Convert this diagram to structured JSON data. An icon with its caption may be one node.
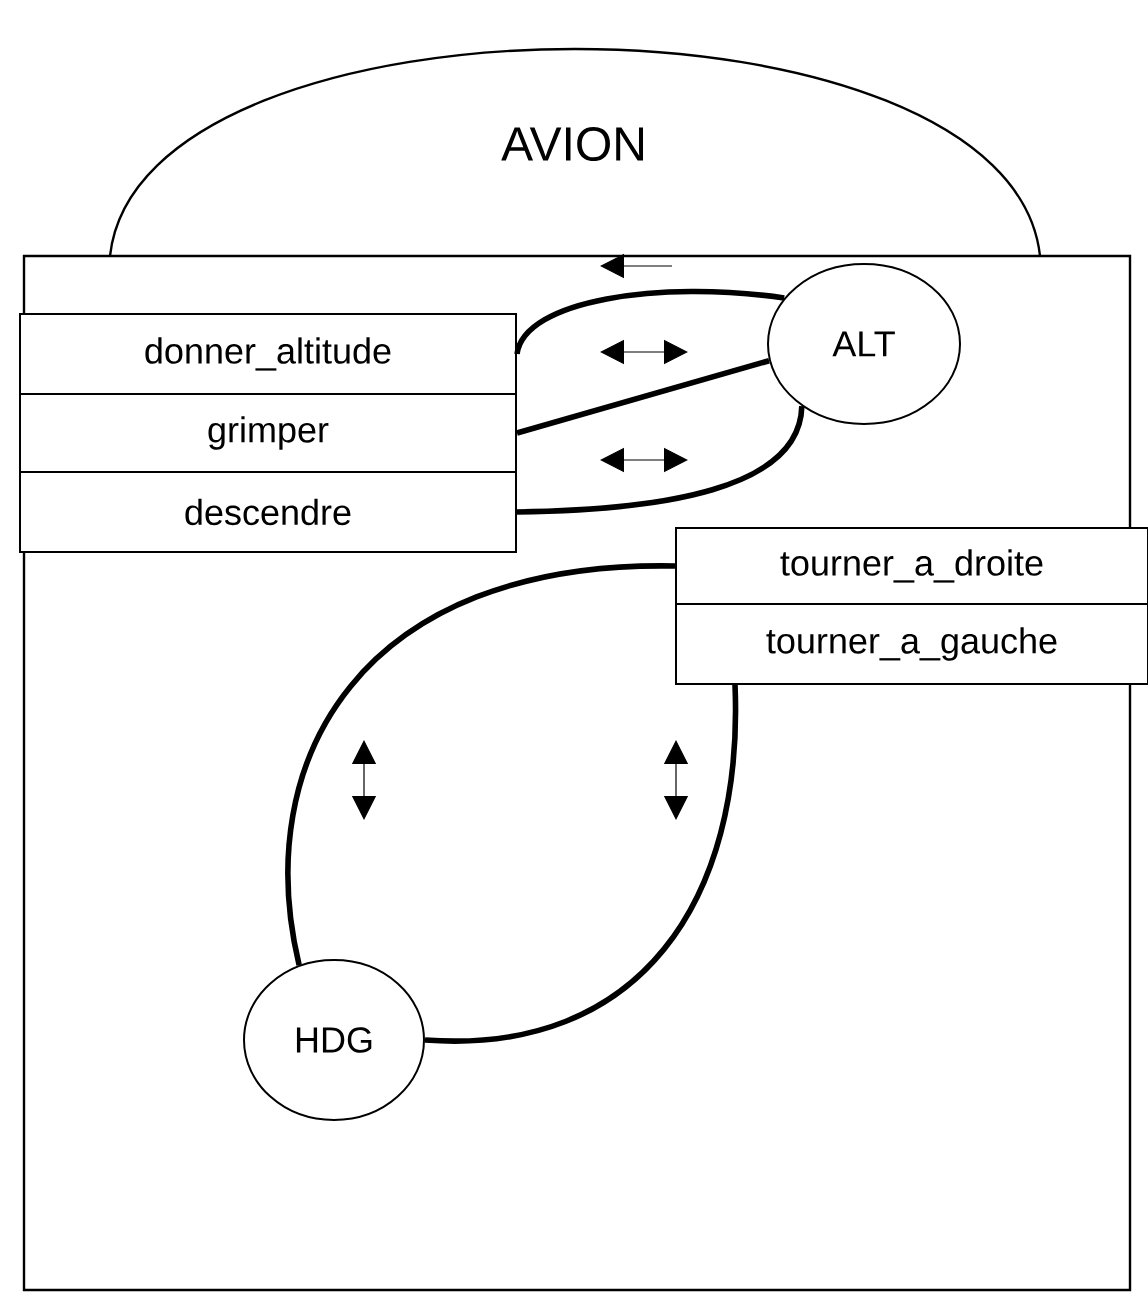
{
  "diagram": {
    "nodes": [
      {
        "text": [
          "AVION"
        ]
      },
      {
        "text": [
          "donner_altitude"
        ],
        "in": 0
      },
      {
        "text": [
          "grimper"
        ],
        "in": 0
      },
      {
        "text": [
          "descendre"
        ],
        "in": 0
      },
      {
        "text": [
          "ALT"
        ],
        "in": 0
      },
      {
        "text": [
          "tourner_a_droite"
        ],
        "in": 0
      },
      {
        "text": [
          "tourner_a_gauche"
        ],
        "in": 0
      },
      {
        "text": [
          "HDG"
        ],
        "in": 0
      }
    ],
    "edges": [
      {
        "from": 1,
        "to": 4,
        "arrow": "none"
      },
      {
        "from": 2,
        "to": 4,
        "arrow": "none"
      },
      {
        "from": 3,
        "to": 4,
        "arrow": "none"
      },
      {
        "from": 5,
        "to": 7,
        "arrow": "none"
      },
      {
        "from": 6,
        "to": 7,
        "arrow": "none"
      }
    ]
  }
}
